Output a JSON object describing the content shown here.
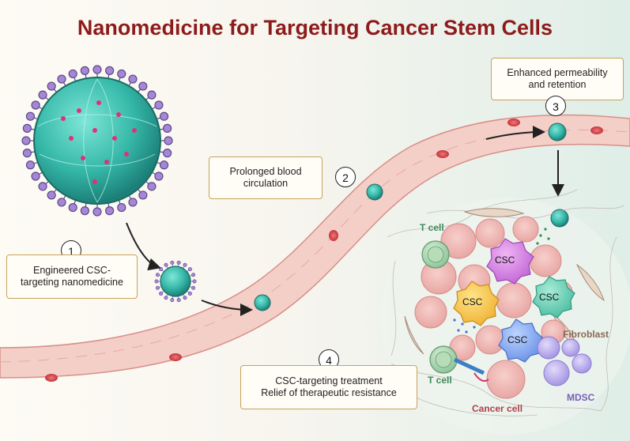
{
  "title": "Nanomedicine for Targeting Cancer Stem Cells",
  "steps": [
    {
      "number": "1",
      "lines": [
        "Engineered CSC-",
        "targeting nanomedicine"
      ]
    },
    {
      "number": "2",
      "lines": [
        "Prolonged blood",
        "circulation"
      ]
    },
    {
      "number": "3",
      "lines": [
        "Enhanced permeability",
        "and retention"
      ]
    },
    {
      "number": "4",
      "lines": [
        "CSC-targeting treatment",
        "Relief of therapeutic resistance"
      ]
    }
  ],
  "cell_labels": {
    "t_cell_top": "T cell",
    "t_cell_bottom": "T cell",
    "csc": "CSC",
    "fibroblast": "Fibroblast",
    "mdsc": "MDSC",
    "cancer_cell": "Cancer cell"
  },
  "colors": {
    "title": "#8e1b1b",
    "vessel": "#f2c9c1",
    "nanoparticle": "#3fc4b4",
    "ligand": "#9a78c8",
    "t_cell_label": "#3d8a5a",
    "fibroblast_label": "#8a6a52",
    "mdsc_label": "#7460b8",
    "cancer_cell_label": "#b0404a"
  }
}
